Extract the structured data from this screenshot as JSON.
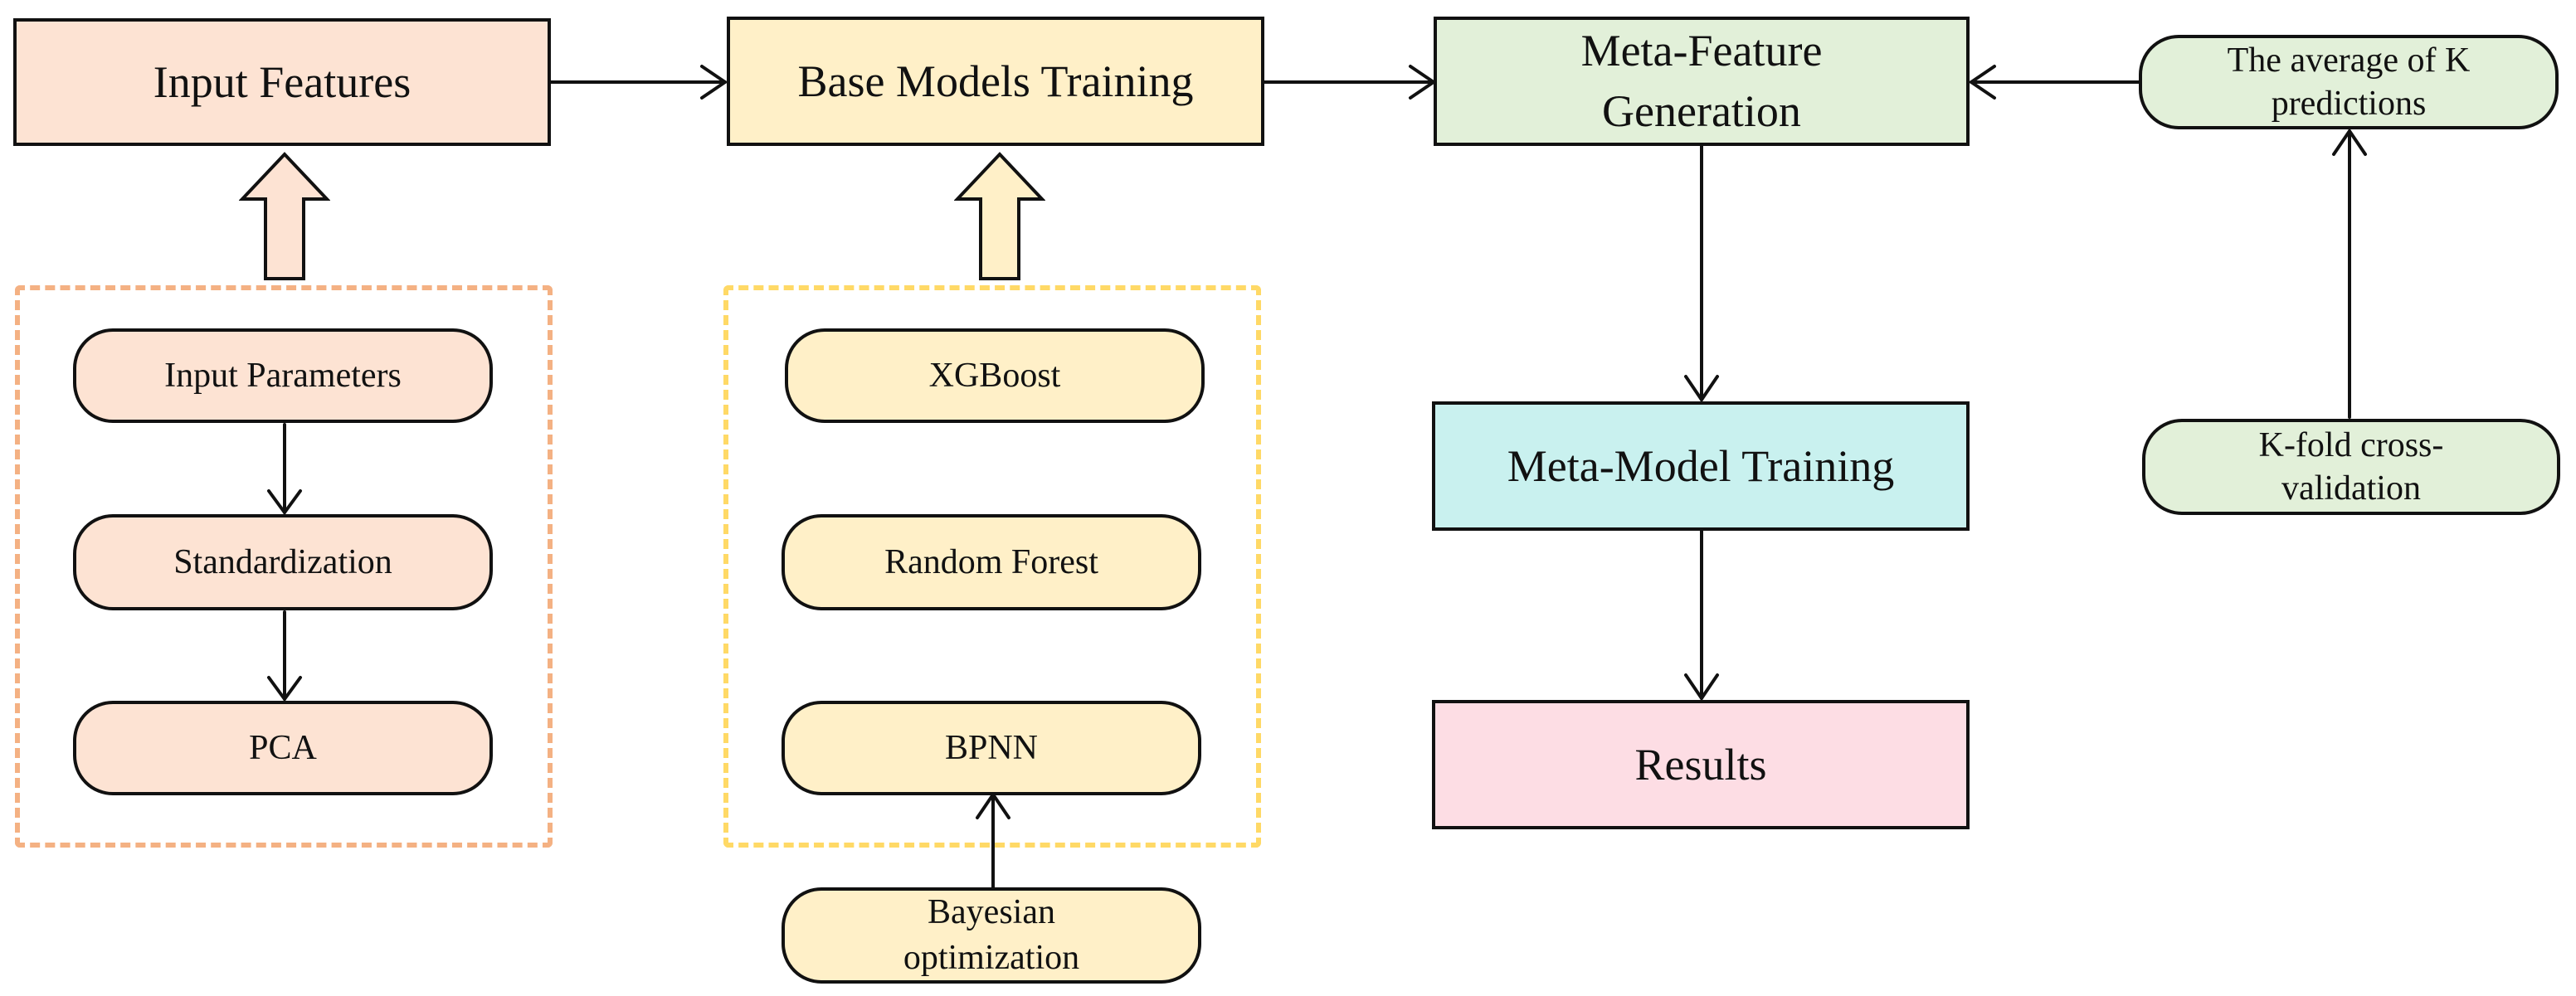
{
  "colors": {
    "orange_fill": "#fde3d3",
    "orange_dash": "#f4b183",
    "yellow_fill": "#fff0c8",
    "yellow_dash": "#ffd966",
    "green_fill": "#e2f0d9",
    "cyan_fill": "#c9f1ef",
    "pink_fill": "#fddde4",
    "line": "#111111"
  },
  "main": {
    "input_features": "Input Features",
    "base_models_training": "Base Models Training",
    "meta_feature_generation": "Meta-Feature Generation",
    "meta_model_training": "Meta-Model Training",
    "results": "Results"
  },
  "preprocessing": {
    "input_parameters": "Input Parameters",
    "standardization": "Standardization",
    "pca": "PCA"
  },
  "base_models": {
    "xgboost": "XGBoost",
    "random_forest": "Random Forest",
    "bpnn": "BPNN",
    "bayesian_optimization": "Bayesian optimization"
  },
  "cross_validation": {
    "average_k_predictions": "The average of K predictions",
    "k_fold": "K-fold cross-validation"
  }
}
